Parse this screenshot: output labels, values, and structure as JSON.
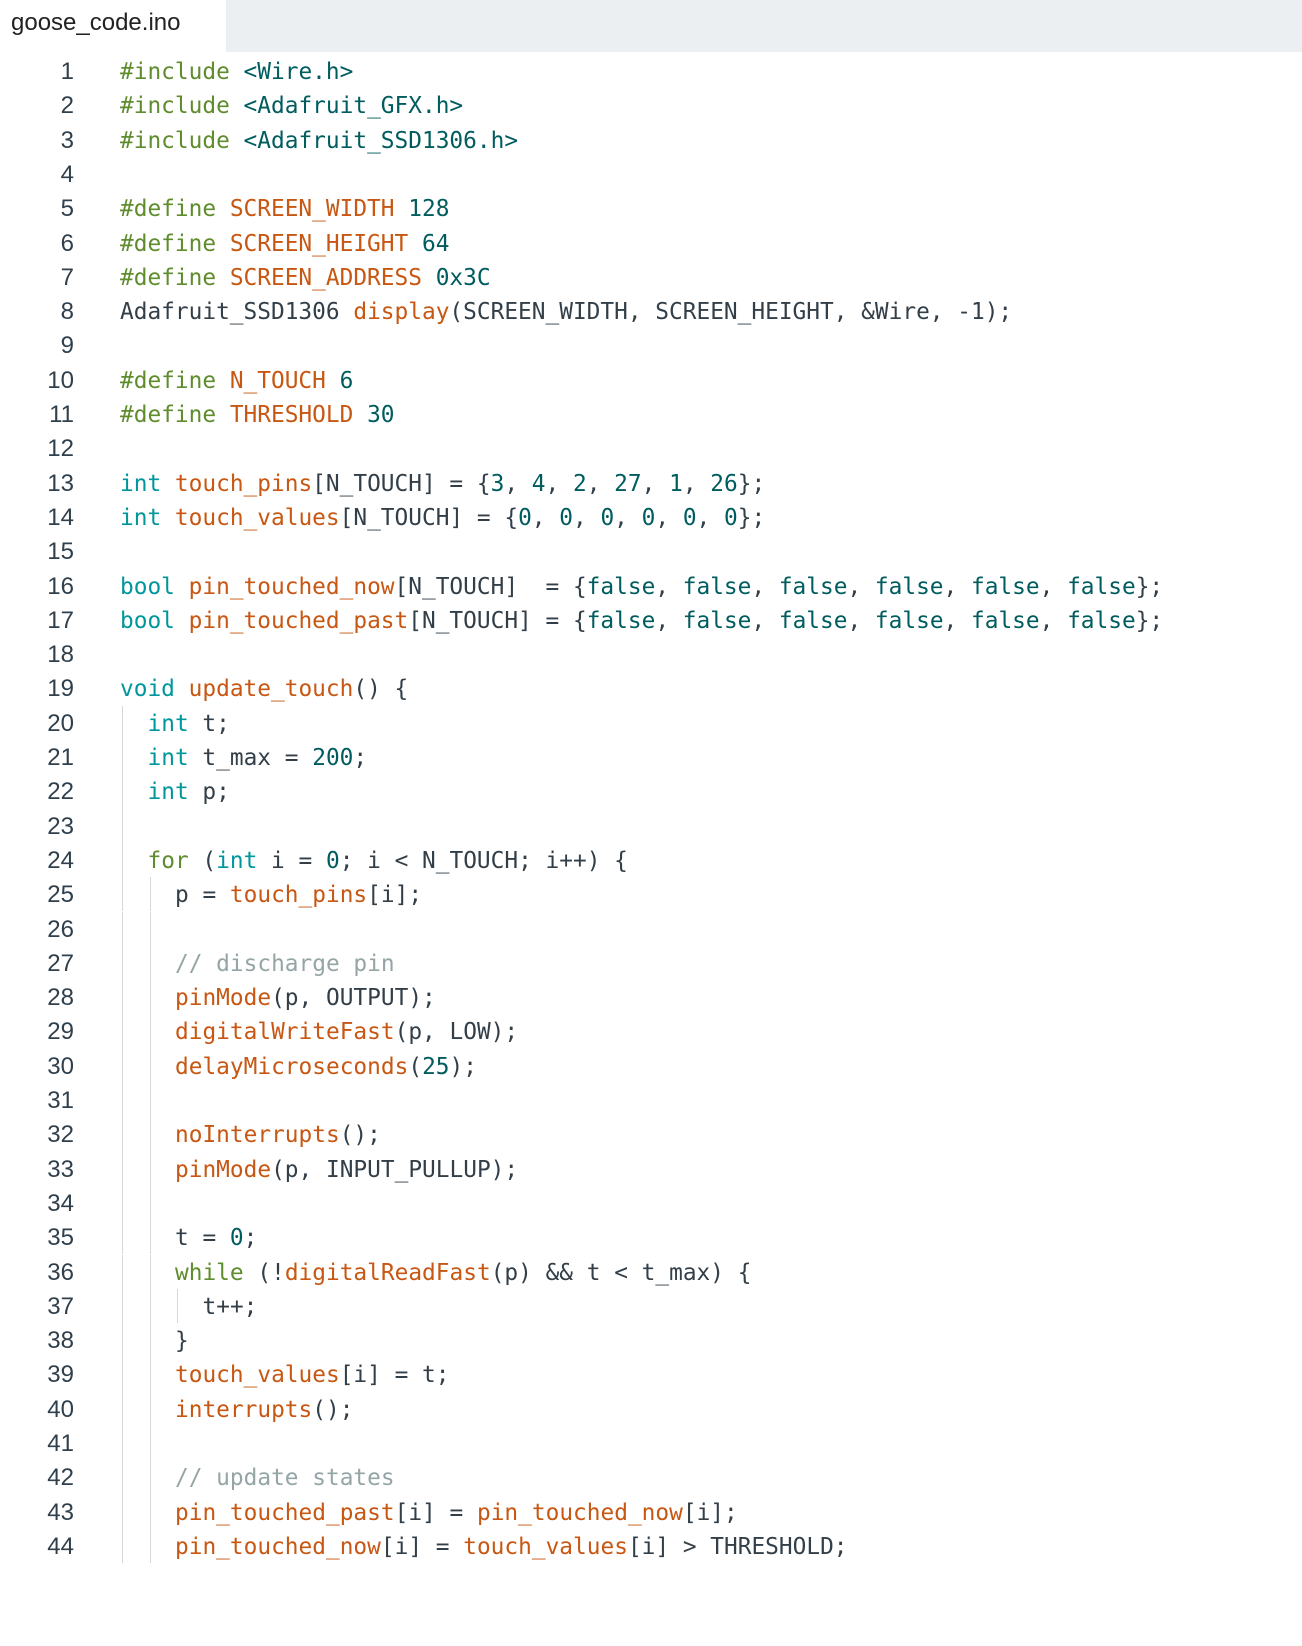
{
  "tab": {
    "filename": "goose_code.ino"
  },
  "colors": {
    "keyword": "#00979c",
    "preprocessor": "#5f8c2d",
    "function": "#c75712",
    "number": "#005c5f",
    "identifier": "#333f48",
    "comment": "#95a5a6",
    "line_number": "#2f3f4b"
  },
  "lines": [
    {
      "n": "1",
      "indent": 0,
      "tokens": [
        [
          "pp",
          "#include"
        ],
        [
          "p",
          " "
        ],
        [
          "str",
          "<Wire.h>"
        ]
      ]
    },
    {
      "n": "2",
      "indent": 0,
      "tokens": [
        [
          "pp",
          "#include"
        ],
        [
          "p",
          " "
        ],
        [
          "str",
          "<Adafruit_GFX.h>"
        ]
      ]
    },
    {
      "n": "3",
      "indent": 0,
      "tokens": [
        [
          "pp",
          "#include"
        ],
        [
          "p",
          " "
        ],
        [
          "str",
          "<Adafruit_SSD1306.h>"
        ]
      ]
    },
    {
      "n": "4",
      "indent": 0,
      "tokens": []
    },
    {
      "n": "5",
      "indent": 0,
      "tokens": [
        [
          "pp",
          "#define"
        ],
        [
          "p",
          " "
        ],
        [
          "fn",
          "SCREEN_WIDTH"
        ],
        [
          "p",
          " "
        ],
        [
          "num",
          "128"
        ]
      ]
    },
    {
      "n": "6",
      "indent": 0,
      "tokens": [
        [
          "pp",
          "#define"
        ],
        [
          "p",
          " "
        ],
        [
          "fn",
          "SCREEN_HEIGHT"
        ],
        [
          "p",
          " "
        ],
        [
          "num",
          "64"
        ]
      ]
    },
    {
      "n": "7",
      "indent": 0,
      "tokens": [
        [
          "pp",
          "#define"
        ],
        [
          "p",
          " "
        ],
        [
          "fn",
          "SCREEN_ADDRESS"
        ],
        [
          "p",
          " "
        ],
        [
          "num",
          "0x3C"
        ]
      ]
    },
    {
      "n": "8",
      "indent": 0,
      "tokens": [
        [
          "id",
          "Adafruit_SSD1306"
        ],
        [
          "p",
          " "
        ],
        [
          "fn",
          "display"
        ],
        [
          "p",
          "(SCREEN_WIDTH, SCREEN_HEIGHT, &Wire, -1);"
        ]
      ]
    },
    {
      "n": "9",
      "indent": 0,
      "tokens": []
    },
    {
      "n": "10",
      "indent": 0,
      "tokens": [
        [
          "pp",
          "#define"
        ],
        [
          "p",
          " "
        ],
        [
          "fn",
          "N_TOUCH"
        ],
        [
          "p",
          " "
        ],
        [
          "num",
          "6"
        ]
      ]
    },
    {
      "n": "11",
      "indent": 0,
      "tokens": [
        [
          "pp",
          "#define"
        ],
        [
          "p",
          " "
        ],
        [
          "fn",
          "THRESHOLD"
        ],
        [
          "p",
          " "
        ],
        [
          "num",
          "30"
        ]
      ]
    },
    {
      "n": "12",
      "indent": 0,
      "tokens": []
    },
    {
      "n": "13",
      "indent": 0,
      "tokens": [
        [
          "kw",
          "int"
        ],
        [
          "p",
          " "
        ],
        [
          "fn",
          "touch_pins"
        ],
        [
          "p",
          "[N_TOUCH] = {"
        ],
        [
          "num",
          "3"
        ],
        [
          "p",
          ", "
        ],
        [
          "num",
          "4"
        ],
        [
          "p",
          ", "
        ],
        [
          "num",
          "2"
        ],
        [
          "p",
          ", "
        ],
        [
          "num",
          "27"
        ],
        [
          "p",
          ", "
        ],
        [
          "num",
          "1"
        ],
        [
          "p",
          ", "
        ],
        [
          "num",
          "26"
        ],
        [
          "p",
          "};"
        ]
      ]
    },
    {
      "n": "14",
      "indent": 0,
      "tokens": [
        [
          "kw",
          "int"
        ],
        [
          "p",
          " "
        ],
        [
          "fn",
          "touch_values"
        ],
        [
          "p",
          "[N_TOUCH] = {"
        ],
        [
          "num",
          "0"
        ],
        [
          "p",
          ", "
        ],
        [
          "num",
          "0"
        ],
        [
          "p",
          ", "
        ],
        [
          "num",
          "0"
        ],
        [
          "p",
          ", "
        ],
        [
          "num",
          "0"
        ],
        [
          "p",
          ", "
        ],
        [
          "num",
          "0"
        ],
        [
          "p",
          ", "
        ],
        [
          "num",
          "0"
        ],
        [
          "p",
          "};"
        ]
      ]
    },
    {
      "n": "15",
      "indent": 0,
      "tokens": []
    },
    {
      "n": "16",
      "indent": 0,
      "tokens": [
        [
          "kw",
          "bool"
        ],
        [
          "p",
          " "
        ],
        [
          "fn",
          "pin_touched_now"
        ],
        [
          "p",
          "[N_TOUCH]  = {"
        ],
        [
          "num",
          "false"
        ],
        [
          "p",
          ", "
        ],
        [
          "num",
          "false"
        ],
        [
          "p",
          ", "
        ],
        [
          "num",
          "false"
        ],
        [
          "p",
          ", "
        ],
        [
          "num",
          "false"
        ],
        [
          "p",
          ", "
        ],
        [
          "num",
          "false"
        ],
        [
          "p",
          ", "
        ],
        [
          "num",
          "false"
        ],
        [
          "p",
          "};"
        ]
      ]
    },
    {
      "n": "17",
      "indent": 0,
      "tokens": [
        [
          "kw",
          "bool"
        ],
        [
          "p",
          " "
        ],
        [
          "fn",
          "pin_touched_past"
        ],
        [
          "p",
          "[N_TOUCH] = {"
        ],
        [
          "num",
          "false"
        ],
        [
          "p",
          ", "
        ],
        [
          "num",
          "false"
        ],
        [
          "p",
          ", "
        ],
        [
          "num",
          "false"
        ],
        [
          "p",
          ", "
        ],
        [
          "num",
          "false"
        ],
        [
          "p",
          ", "
        ],
        [
          "num",
          "false"
        ],
        [
          "p",
          ", "
        ],
        [
          "num",
          "false"
        ],
        [
          "p",
          "};"
        ]
      ]
    },
    {
      "n": "18",
      "indent": 0,
      "tokens": []
    },
    {
      "n": "19",
      "indent": 0,
      "tokens": [
        [
          "kw",
          "void"
        ],
        [
          "p",
          " "
        ],
        [
          "fn",
          "update_touch"
        ],
        [
          "p",
          "() {"
        ]
      ]
    },
    {
      "n": "20",
      "indent": 1,
      "tokens": [
        [
          "kw",
          "int"
        ],
        [
          "p",
          " t;"
        ]
      ]
    },
    {
      "n": "21",
      "indent": 1,
      "tokens": [
        [
          "kw",
          "int"
        ],
        [
          "p",
          " t_max = "
        ],
        [
          "num",
          "200"
        ],
        [
          "p",
          ";"
        ]
      ]
    },
    {
      "n": "22",
      "indent": 1,
      "tokens": [
        [
          "kw",
          "int"
        ],
        [
          "p",
          " p;"
        ]
      ]
    },
    {
      "n": "23",
      "indent": 1,
      "tokens": []
    },
    {
      "n": "24",
      "indent": 1,
      "tokens": [
        [
          "pp",
          "for"
        ],
        [
          "p",
          " ("
        ],
        [
          "kw",
          "int"
        ],
        [
          "p",
          " i = "
        ],
        [
          "num",
          "0"
        ],
        [
          "p",
          "; i < N_TOUCH; i++) {"
        ]
      ]
    },
    {
      "n": "25",
      "indent": 2,
      "tokens": [
        [
          "p",
          "p = "
        ],
        [
          "fn",
          "touch_pins"
        ],
        [
          "p",
          "[i];"
        ]
      ]
    },
    {
      "n": "26",
      "indent": 2,
      "tokens": []
    },
    {
      "n": "27",
      "indent": 2,
      "tokens": [
        [
          "cm",
          "// discharge pin"
        ]
      ]
    },
    {
      "n": "28",
      "indent": 2,
      "tokens": [
        [
          "fn",
          "pinMode"
        ],
        [
          "p",
          "(p, OUTPUT);"
        ]
      ]
    },
    {
      "n": "29",
      "indent": 2,
      "tokens": [
        [
          "fn",
          "digitalWriteFast"
        ],
        [
          "p",
          "(p, LOW);"
        ]
      ]
    },
    {
      "n": "30",
      "indent": 2,
      "tokens": [
        [
          "fn",
          "delayMicroseconds"
        ],
        [
          "p",
          "("
        ],
        [
          "num",
          "25"
        ],
        [
          "p",
          ");"
        ]
      ]
    },
    {
      "n": "31",
      "indent": 2,
      "tokens": []
    },
    {
      "n": "32",
      "indent": 2,
      "tokens": [
        [
          "fn",
          "noInterrupts"
        ],
        [
          "p",
          "();"
        ]
      ]
    },
    {
      "n": "33",
      "indent": 2,
      "tokens": [
        [
          "fn",
          "pinMode"
        ],
        [
          "p",
          "(p, INPUT_PULLUP);"
        ]
      ]
    },
    {
      "n": "34",
      "indent": 2,
      "tokens": []
    },
    {
      "n": "35",
      "indent": 2,
      "tokens": [
        [
          "p",
          "t = "
        ],
        [
          "num",
          "0"
        ],
        [
          "p",
          ";"
        ]
      ]
    },
    {
      "n": "36",
      "indent": 2,
      "tokens": [
        [
          "pp",
          "while"
        ],
        [
          "p",
          " (!"
        ],
        [
          "fn",
          "digitalReadFast"
        ],
        [
          "p",
          "(p) && t < t_max) {"
        ]
      ]
    },
    {
      "n": "37",
      "indent": 3,
      "tokens": [
        [
          "p",
          "t++;"
        ]
      ]
    },
    {
      "n": "38",
      "indent": 2,
      "tokens": [
        [
          "p",
          "}"
        ]
      ]
    },
    {
      "n": "39",
      "indent": 2,
      "tokens": [
        [
          "fn",
          "touch_values"
        ],
        [
          "p",
          "[i] = t;"
        ]
      ]
    },
    {
      "n": "40",
      "indent": 2,
      "tokens": [
        [
          "fn",
          "interrupts"
        ],
        [
          "p",
          "();"
        ]
      ]
    },
    {
      "n": "41",
      "indent": 2,
      "tokens": []
    },
    {
      "n": "42",
      "indent": 2,
      "tokens": [
        [
          "cm",
          "// update states"
        ]
      ]
    },
    {
      "n": "43",
      "indent": 2,
      "tokens": [
        [
          "fn",
          "pin_touched_past"
        ],
        [
          "p",
          "[i] = "
        ],
        [
          "fn",
          "pin_touched_now"
        ],
        [
          "p",
          "[i];"
        ]
      ]
    },
    {
      "n": "44",
      "indent": 2,
      "tokens": [
        [
          "fn",
          "pin_touched_now"
        ],
        [
          "p",
          "[i] = "
        ],
        [
          "fn",
          "touch_values"
        ],
        [
          "p",
          "[i] > THRESHOLD;"
        ]
      ]
    }
  ]
}
